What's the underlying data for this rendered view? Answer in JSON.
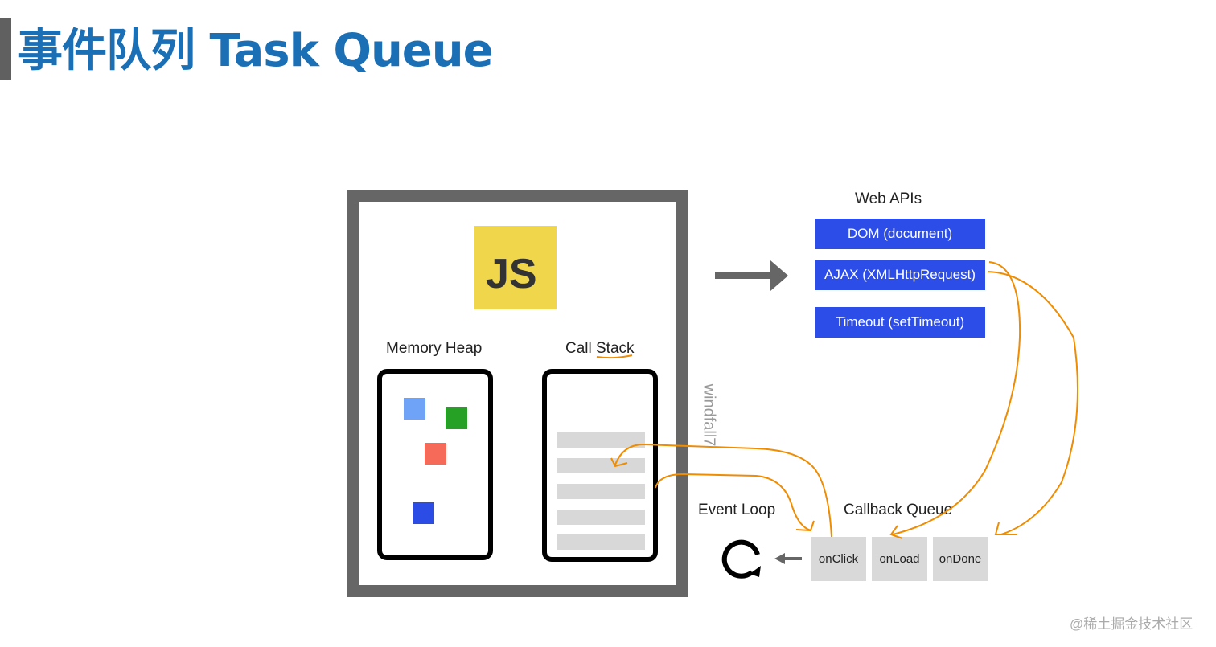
{
  "title": "事件队列 Task Queue",
  "engine": {
    "logo": "JS",
    "memory_heap": "Memory Heap",
    "call_stack": "Call Stack"
  },
  "web_apis": {
    "heading": "Web APIs",
    "items": [
      "DOM (document)",
      "AJAX (XMLHttpRequest)",
      "Timeout (setTimeout)"
    ]
  },
  "event_loop": "Event Loop",
  "callback_queue": {
    "heading": "Callback Queue",
    "items": [
      "onClick",
      "onLoad",
      "onDone"
    ]
  },
  "watermark": "@稀土掘金技术社区",
  "side_watermark": "windfall7",
  "colors": {
    "title": "#1a6fb5",
    "api": "#2c4de8",
    "js": "#f0d64a",
    "annotation": "#f08c00"
  }
}
